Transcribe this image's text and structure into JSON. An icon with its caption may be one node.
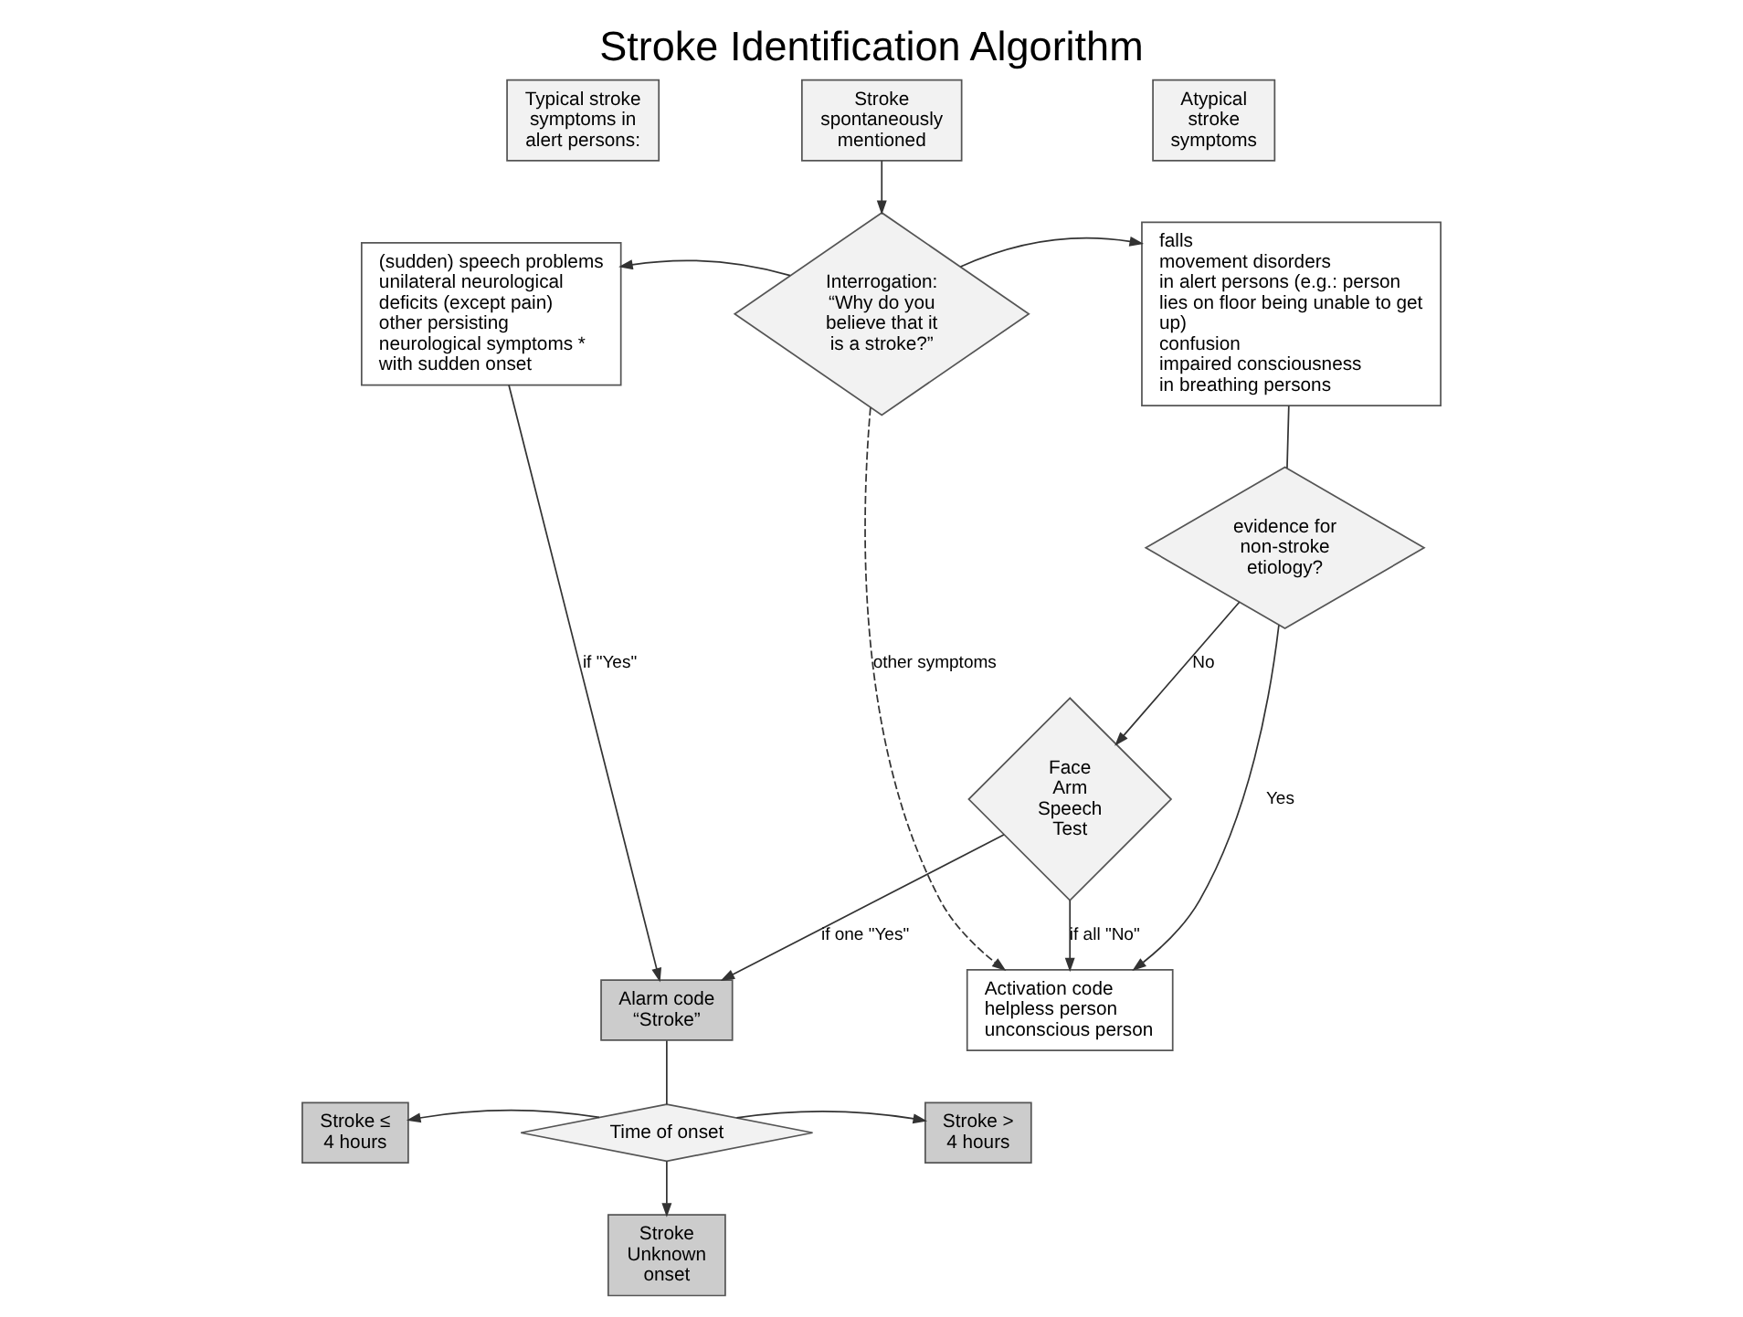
{
  "diagram": {
    "title": "Stroke Identification Algorithm",
    "nodes": [
      {
        "text": [
          "Typical stroke symptoms in alert persons:"
        ]
      },
      {
        "text": [
          "Stroke spontaneously mentioned"
        ]
      },
      {
        "text": [
          "Atypical stroke symptoms"
        ]
      },
      {
        "text": [
          "(sudden) speech problems",
          "unilateral neurological deficits (except pain)",
          "other persisting neurological symptoms *",
          "with sudden onset"
        ]
      },
      {
        "text": [
          "Interrogation: “Why do you believe that it is a stroke?”"
        ]
      },
      {
        "text": [
          "falls",
          "movement disorders",
          "in alert persons (e.g.: person lies on floor being unable to get up)",
          "confusion",
          "impaired consciousness",
          "in breathing persons"
        ]
      },
      {
        "text": [
          "evidence for non-stroke etiology?"
        ]
      },
      {
        "text": [
          "Face Arm Speech Test"
        ]
      },
      {
        "text": [
          "Alarm code",
          "“Stroke”"
        ]
      },
      {
        "text": [
          "Activation code",
          "helpless person",
          "unconscious person"
        ]
      },
      {
        "text": [
          "Time of onset"
        ]
      },
      {
        "text": [
          "Stroke ≤ 4 hours"
        ]
      },
      {
        "text": [
          "Stroke > 4 hours"
        ]
      },
      {
        "text": [
          "Stroke Unknown onset"
        ]
      }
    ],
    "edges": [
      {
        "from": 1,
        "to": 4,
        "arrow": "to"
      },
      {
        "from": 4,
        "to": 3,
        "arrow": "to"
      },
      {
        "from": 4,
        "to": 5,
        "arrow": "to"
      },
      {
        "from": 4,
        "to": 9,
        "arrow": "to",
        "style": "dashed",
        "label": "other symptoms"
      },
      {
        "from": 3,
        "to": 8,
        "arrow": "to",
        "label": "if \"Yes\""
      },
      {
        "from": 5,
        "to": 6,
        "arrow": "none"
      },
      {
        "from": 6,
        "to": 9,
        "arrow": "to",
        "label": "Yes"
      },
      {
        "from": 6,
        "to": 7,
        "arrow": "to",
        "label": "No"
      },
      {
        "from": 7,
        "to": 8,
        "arrow": "to",
        "label": "if one \"Yes\""
      },
      {
        "from": 7,
        "to": 9,
        "arrow": "to",
        "label": "if all \"No\""
      },
      {
        "from": 8,
        "to": 10,
        "arrow": "none"
      },
      {
        "from": 10,
        "to": 11,
        "arrow": "to"
      },
      {
        "from": 10,
        "to": 12,
        "arrow": "to"
      },
      {
        "from": 10,
        "to": 13,
        "arrow": "to"
      }
    ]
  }
}
